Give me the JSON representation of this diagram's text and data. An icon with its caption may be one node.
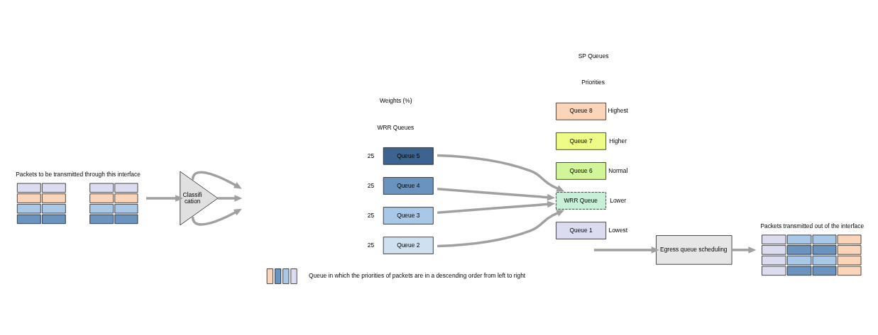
{
  "diagram": {
    "nodes": [
      {
        "text": [
          "Packets to be transmitted through this interface"
        ]
      },
      {
        "text": [
          "Classifi cation"
        ]
      },
      {
        "text": [
          "Queue 5"
        ],
        "beside": [
          "25"
        ]
      },
      {
        "text": [
          "Queue 4"
        ],
        "beside": [
          "25"
        ]
      },
      {
        "text": [
          "Queue 3"
        ],
        "beside": [
          "25"
        ]
      },
      {
        "text": [
          "Queue 2"
        ],
        "beside": [
          "25"
        ]
      },
      {
        "text": [
          "Queue 8"
        ],
        "beside": [
          "Highest"
        ]
      },
      {
        "text": [
          "Queue 7"
        ],
        "beside": [
          "Higher"
        ]
      },
      {
        "text": [
          "Queue 6"
        ],
        "beside": [
          "Normal"
        ]
      },
      {
        "text": [
          "WRR Queue"
        ],
        "beside": [
          "Lower"
        ]
      },
      {
        "text": [
          "Queue 1"
        ],
        "beside": [
          "Lowest"
        ]
      },
      {
        "text": [
          "Egress queue scheduling"
        ]
      },
      {
        "text": [
          "Packets transmitted out of the interface"
        ]
      }
    ],
    "edges": [
      {
        "from": 0,
        "to": 1,
        "arrow": "to"
      },
      {
        "from": 1,
        "to": null,
        "arrow": "to"
      },
      {
        "from": 1,
        "to": null,
        "arrow": "to"
      },
      {
        "from": 1,
        "to": null,
        "arrow": "to"
      },
      {
        "from": 2,
        "to": 9,
        "arrow": "to"
      },
      {
        "from": 3,
        "to": 9,
        "arrow": "to"
      },
      {
        "from": 4,
        "to": 9,
        "arrow": "to"
      },
      {
        "from": 5,
        "to": 9,
        "arrow": "to"
      },
      {
        "from": null,
        "to": 11,
        "arrow": "to"
      },
      {
        "from": 11,
        "to": 12,
        "arrow": "to"
      }
    ],
    "labels": [
      "Weights (%)",
      "WRR Queues",
      "SP Queues",
      "Priorities"
    ],
    "legend": [
      {
        "text": "Queue in which the priorities of packets are in a descending order from left to right"
      }
    ]
  }
}
